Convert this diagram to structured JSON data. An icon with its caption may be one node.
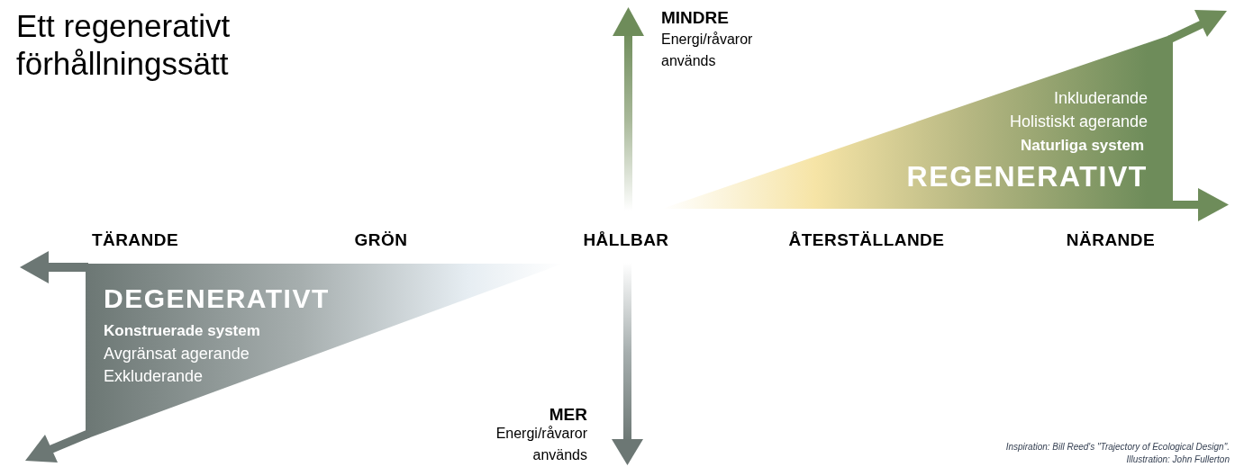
{
  "diagram": {
    "title": "Ett regenerativt förhållningssätt",
    "nodes": [
      {
        "text": [
          "Inkluderande",
          "Holistiskt agerande",
          "Naturliga system",
          "REGENERATIVT"
        ]
      },
      {
        "text": [
          "DEGENERATIVT",
          "Konstruerade system",
          "Avgränsat agerande",
          "Exkluderande"
        ]
      }
    ],
    "labels": [
      "MINDRE",
      "Energi/råvaror används",
      "TÄRANDE",
      "GRÖN",
      "HÅLLBAR",
      "ÅTERSTÄLLANDE",
      "NÄRANDE",
      "MER",
      "Energi/råvaror används",
      "Inspiration: Bill Reed's \"Trajectory of Ecological Design\".",
      "Illustration: John Fullerton"
    ]
  }
}
